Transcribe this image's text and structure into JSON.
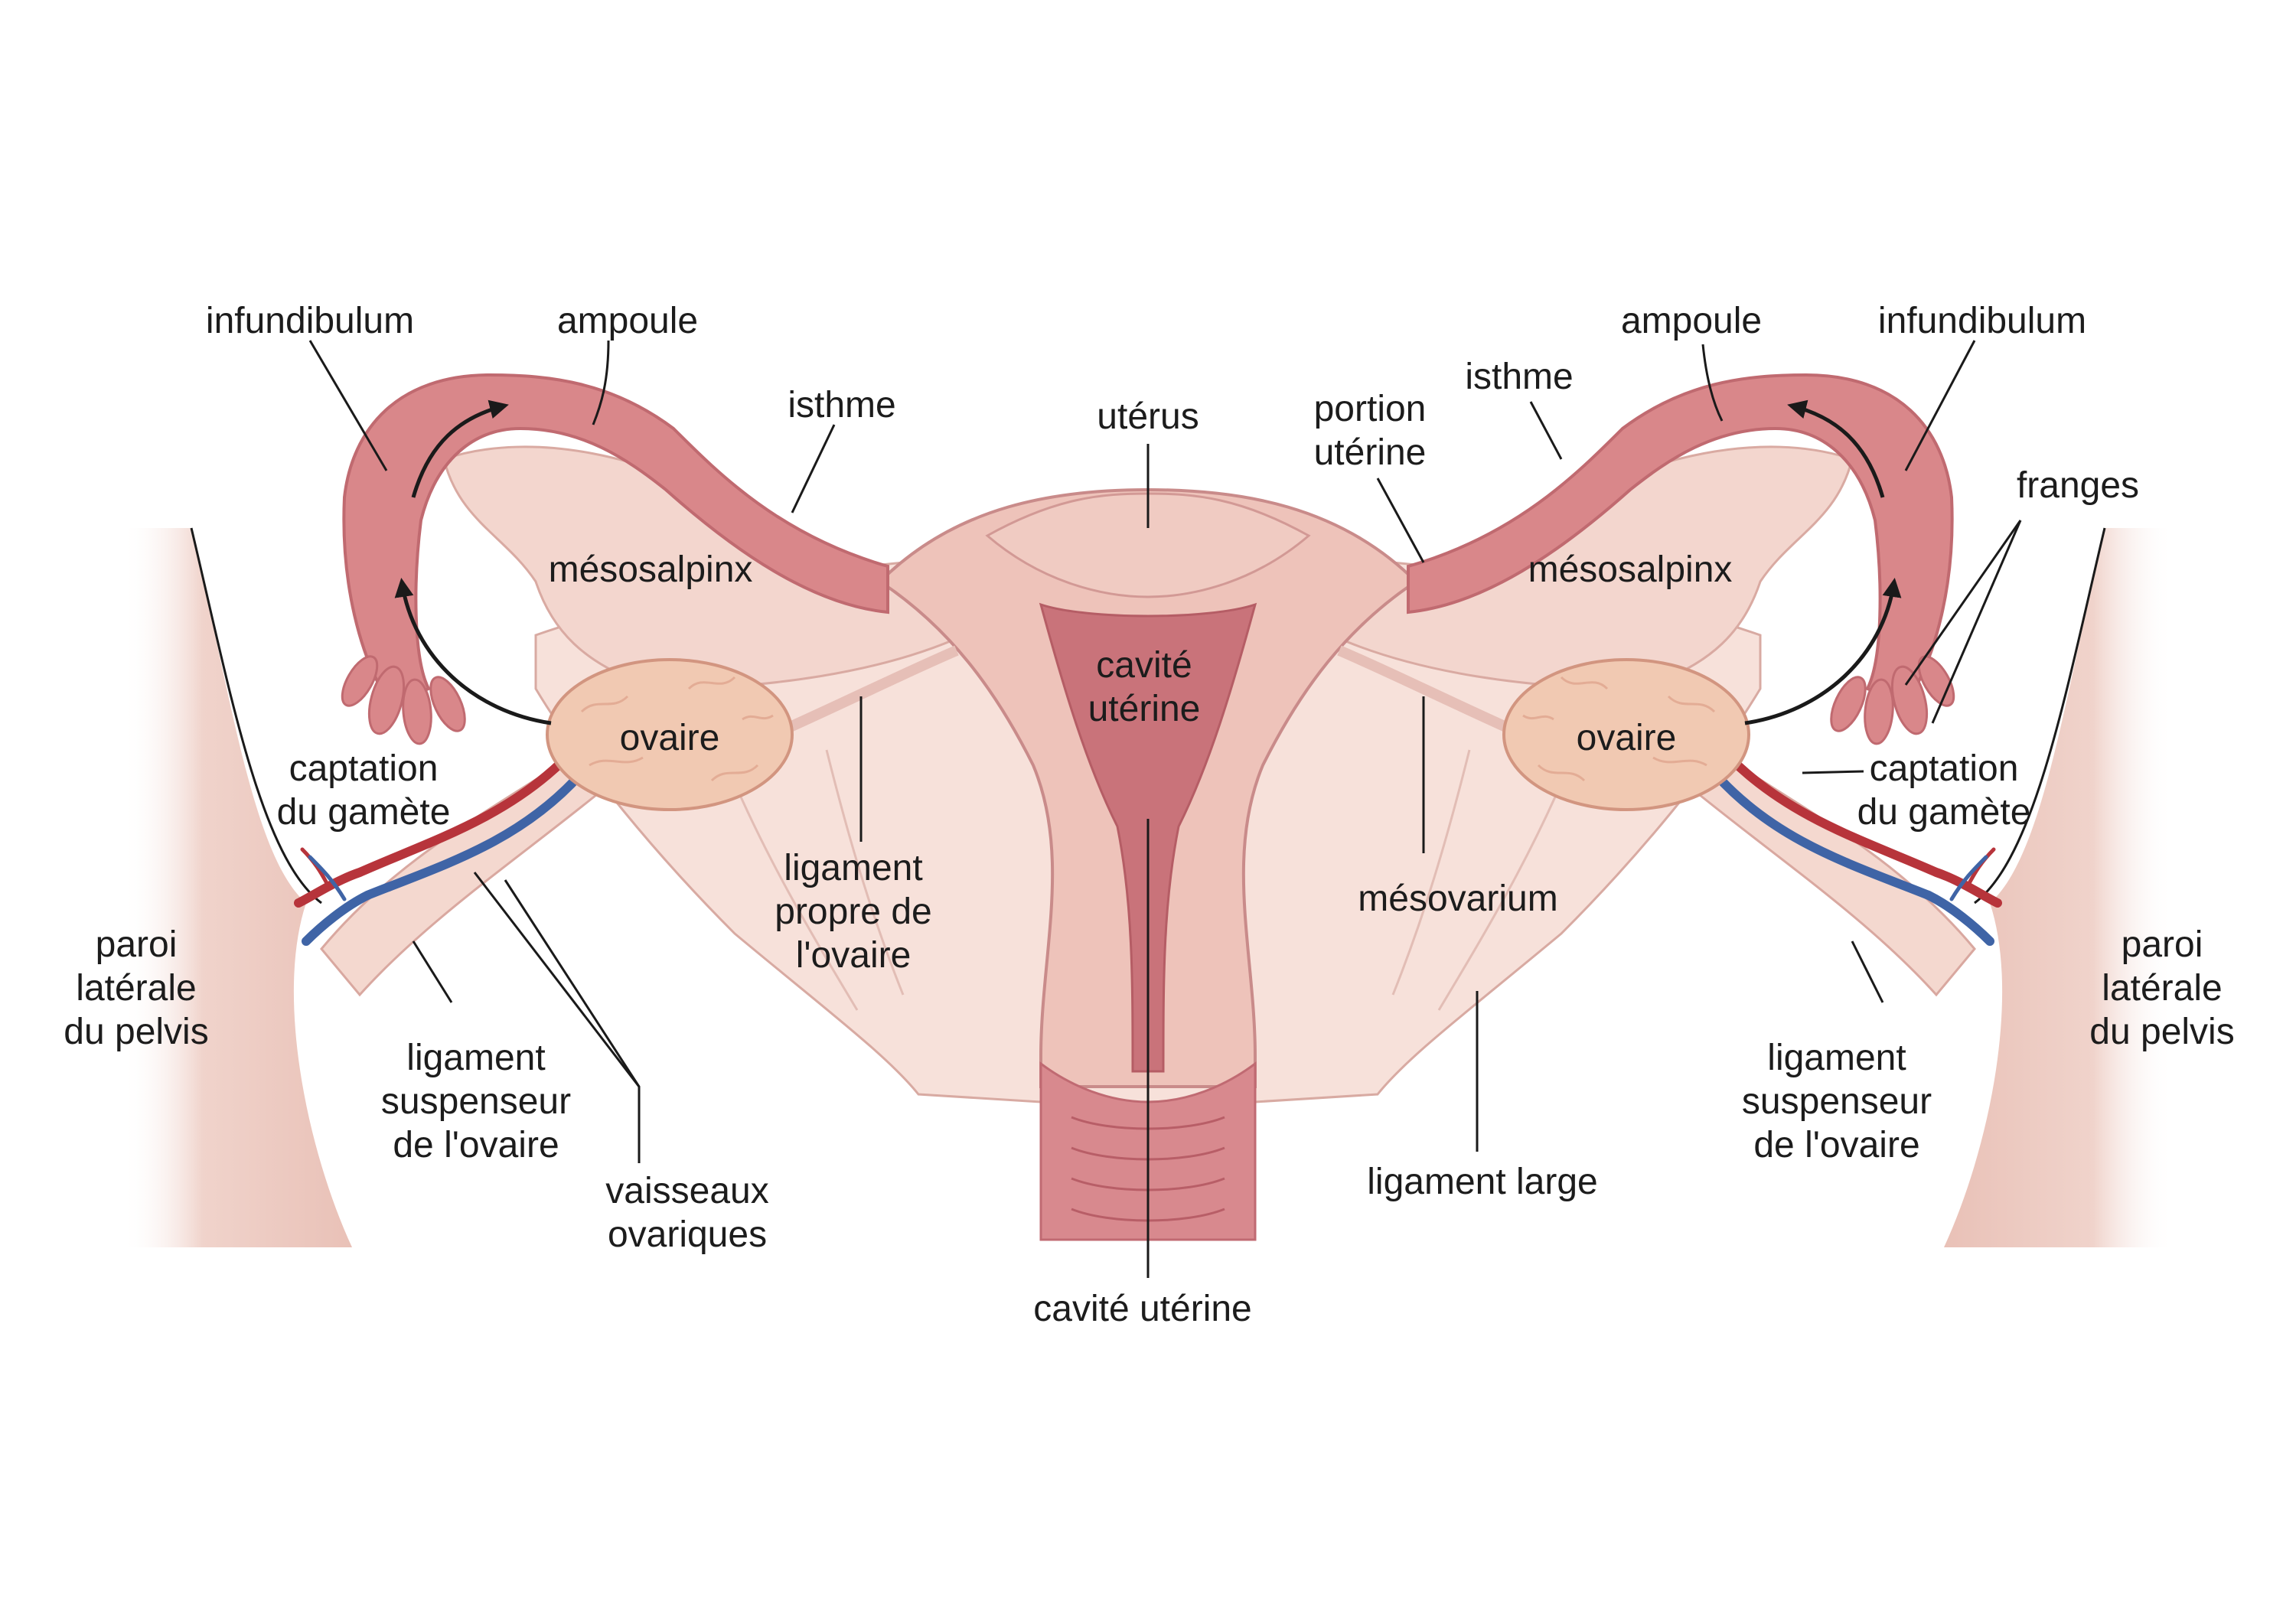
{
  "labels": {
    "infundibulum_left": "infundibulum",
    "ampoule_left": "ampoule",
    "isthme_left": "isthme",
    "uterus": "utérus",
    "portion_uterine_1": "portion",
    "portion_uterine_2": "utérine",
    "isthme_right": "isthme",
    "ampoule_right": "ampoule",
    "infundibulum_right": "infundibulum",
    "franges": "franges",
    "mesosalpinx_left": "mésosalpinx",
    "mesosalpinx_right": "mésosalpinx",
    "cavite_uterine_top_1": "cavité",
    "cavite_uterine_top_2": "utérine",
    "ovaire_left": "ovaire",
    "ovaire_right": "ovaire",
    "captation_left_1": "captation",
    "captation_left_2": "du gamète",
    "captation_right_1": "captation",
    "captation_right_2": "du gamète",
    "ligament_propre_1": "ligament",
    "ligament_propre_2": "propre de",
    "ligament_propre_3": "l'ovaire",
    "mesovarium": "mésovarium",
    "paroi_left_1": "paroi",
    "paroi_left_2": "latérale",
    "paroi_left_3": "du pelvis",
    "paroi_right_1": "paroi",
    "paroi_right_2": "latérale",
    "paroi_right_3": "du pelvis",
    "lig_susp_left_1": "ligament",
    "lig_susp_left_2": "suspenseur",
    "lig_susp_left_3": "de l'ovaire",
    "lig_susp_right_1": "ligament",
    "lig_susp_right_2": "suspenseur",
    "lig_susp_right_3": "de l'ovaire",
    "vaisseaux_1": "vaisseaux",
    "vaisseaux_2": "ovariques",
    "ligament_large": "ligament large",
    "cavite_uterine_bottom": "cavité utérine"
  },
  "colors": {
    "tissue_light": "#f6dcd4",
    "tissue_mid": "#eec3ba",
    "tube": "#d9878a",
    "tube_dark": "#c4686e",
    "cavity": "#c9737a",
    "ovary": "#f1c9b2",
    "artery": "#b7343b",
    "vein": "#3f64a6",
    "outline": "#c98b8a",
    "pelvis": "#f3d8d0"
  }
}
